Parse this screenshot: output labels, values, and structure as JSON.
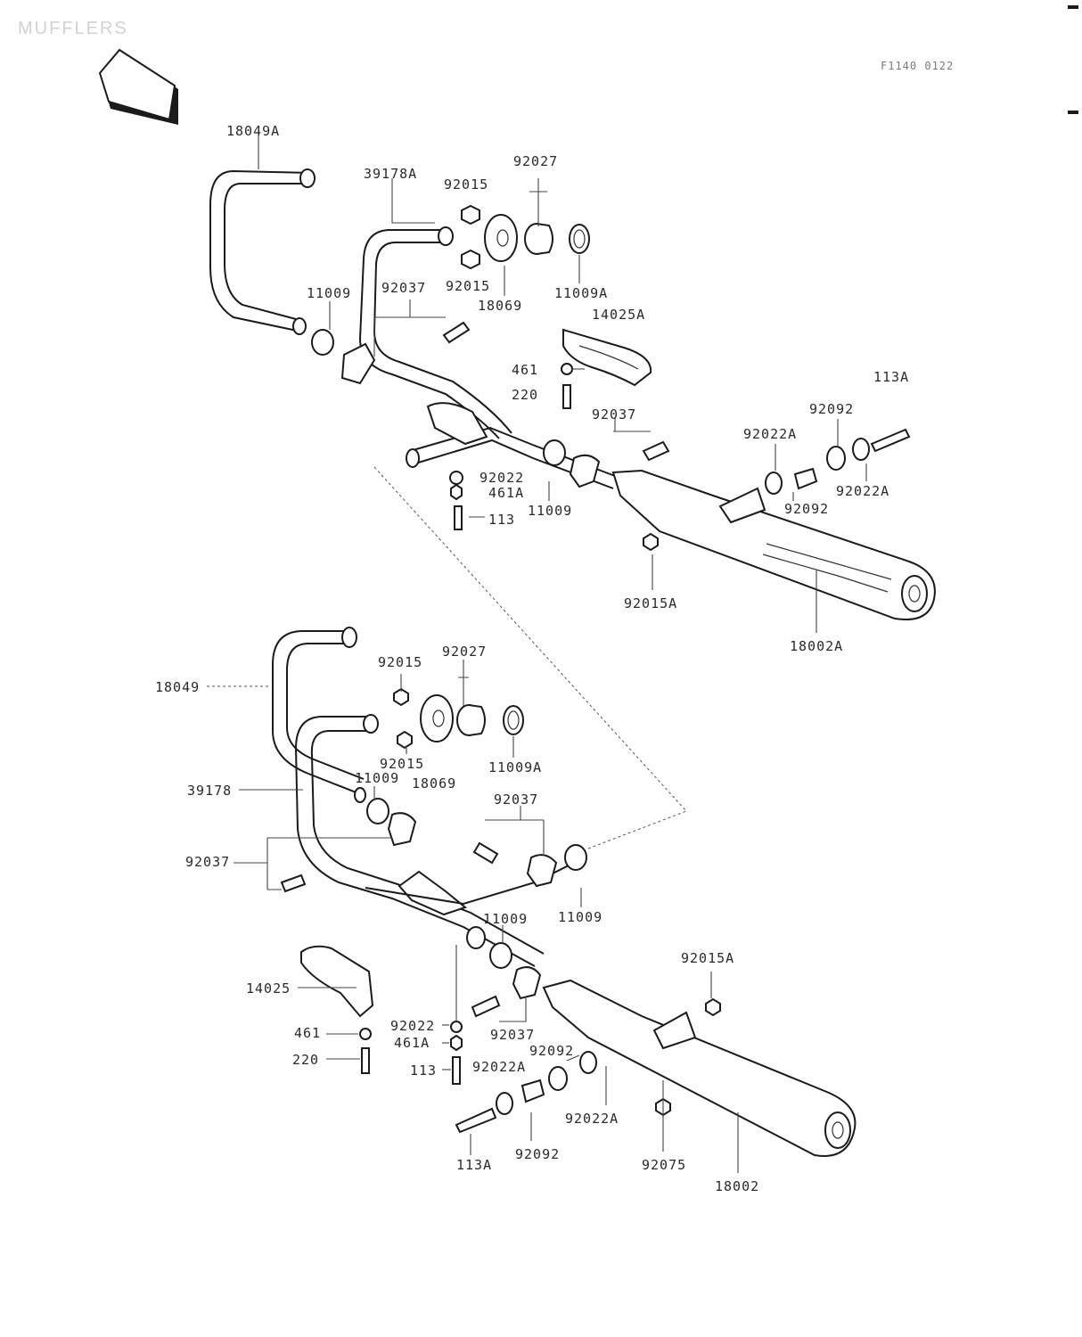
{
  "page": {
    "title": "MUFFLERS",
    "ref_code": "F1140 0122",
    "front_label": "FRONT"
  },
  "labels": [
    "18049A",
    "39178A",
    "92015",
    "92027",
    "11009",
    "92037",
    "92015",
    "18069",
    "11009A",
    "14025A",
    "461",
    "220",
    "92037",
    "113A",
    "92092",
    "92022A",
    "92022",
    "461A",
    "11009",
    "113",
    "92022A",
    "92092",
    "92015A",
    "18002A",
    "18049",
    "92015",
    "92027",
    "92015",
    "18069",
    "11009A",
    "39178",
    "11009",
    "92037",
    "92037",
    "11009",
    "11009",
    "14025",
    "461",
    "220",
    "92022",
    "461A",
    "113",
    "92037",
    "92092",
    "92022A",
    "92015A",
    "92022A",
    "113A",
    "92092",
    "92075",
    "18002"
  ]
}
